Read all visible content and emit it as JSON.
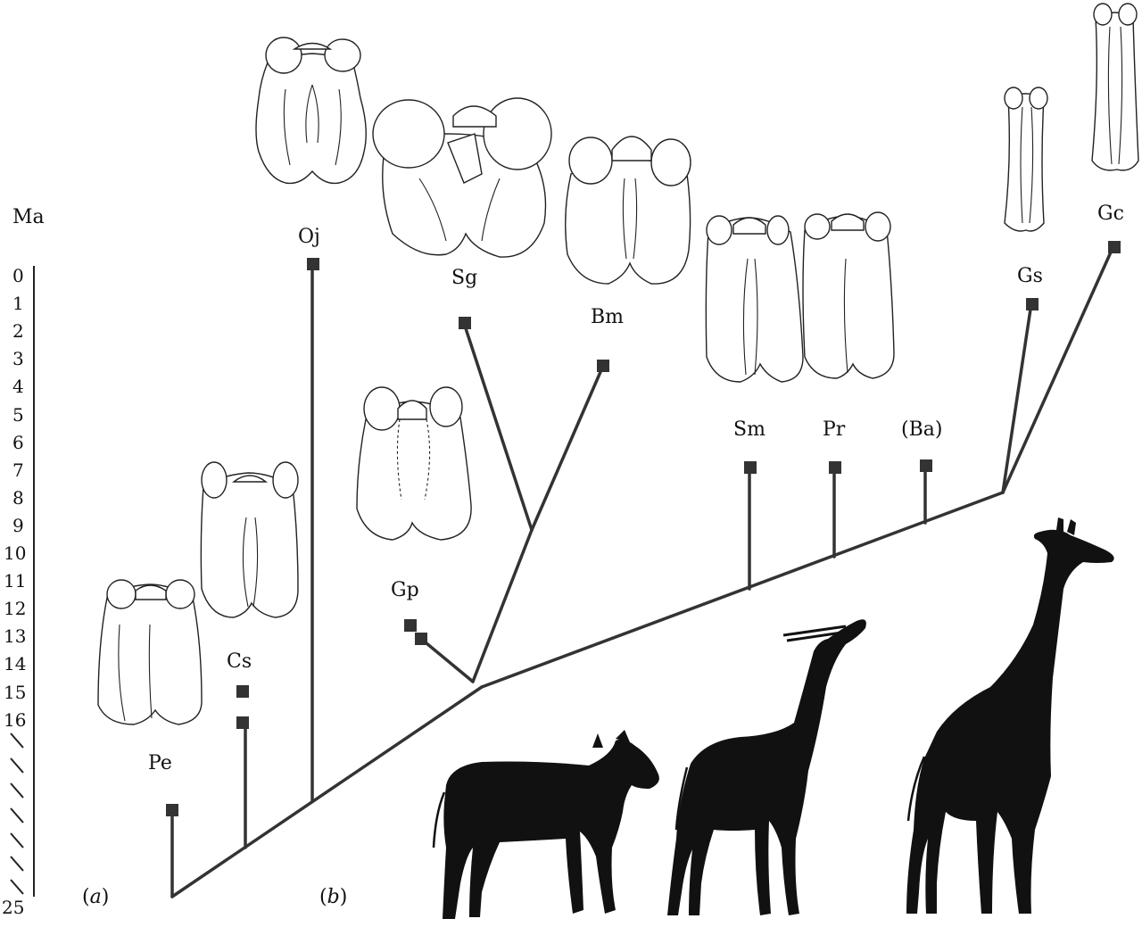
{
  "axis": {
    "unit": "Ma",
    "ticks": [
      "0",
      "1",
      "2",
      "3",
      "4",
      "5",
      "6",
      "7",
      "8",
      "9",
      "10",
      "11",
      "12",
      "13",
      "14",
      "15",
      "16"
    ],
    "bottom_tick": "25"
  },
  "panels": {
    "a": "a",
    "b": "b"
  },
  "taxa": {
    "oj": "Oj",
    "sg": "Sg",
    "bm": "Bm",
    "gp": "Gp",
    "cs": "Cs",
    "pe": "Pe",
    "sm": "Sm",
    "pr": "Pr",
    "ba": "(Ba)",
    "gs": "Gs",
    "gc": "Gc"
  },
  "colors": {
    "branch": "#333333",
    "silhouette": "#111111",
    "text": "#111111"
  }
}
